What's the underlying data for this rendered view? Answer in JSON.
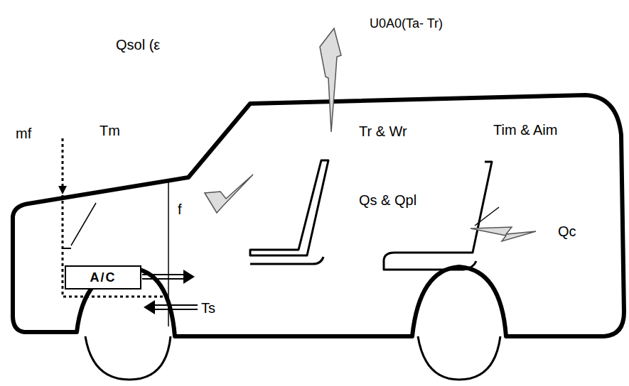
{
  "diagram": {
    "nodes": [
      {
        "text": [
          "A/C"
        ]
      }
    ],
    "labels": [
      "Qsol (ε",
      "U0A0(Ta- Tr)",
      "mf",
      "Tm",
      "Tr & Wr",
      "Tim & Aim",
      "f",
      "Qs & Qpl",
      "Qc",
      "Ts"
    ]
  }
}
